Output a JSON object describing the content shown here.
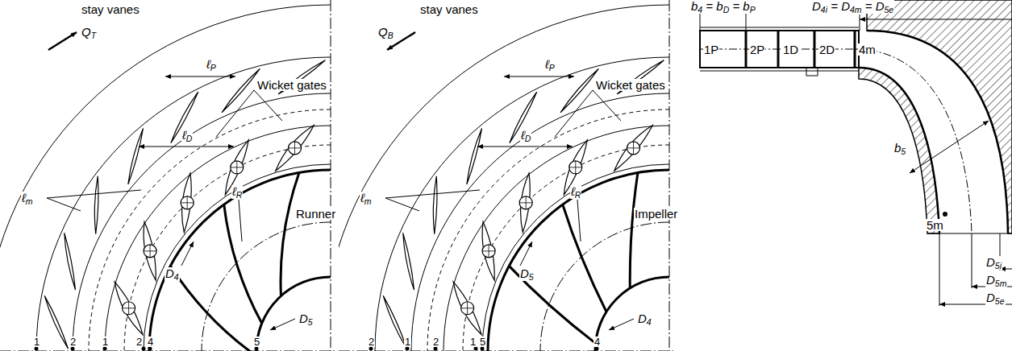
{
  "diagram": {
    "labels": [
      "stay vanes",
      "QT",
      "ℓP",
      "Wicket gates",
      "ℓD",
      "ℓm",
      "ℓR",
      "Runner",
      "D4",
      "D5",
      "1",
      "2",
      "1",
      "2",
      "4",
      "5",
      "stay vanes",
      "QB",
      "ℓP",
      "Wicket gates",
      "ℓD",
      "ℓm",
      "ℓR",
      "Impeller",
      "D5",
      "D4",
      "2",
      "1",
      "2",
      "1",
      "5",
      "4",
      "b4 = bD = bP",
      "D4i = D4m = D5e",
      "1P",
      "2P",
      "1D",
      "2D",
      "4m",
      "b5",
      "5m",
      "D5i",
      "D5m",
      "D5e"
    ]
  }
}
